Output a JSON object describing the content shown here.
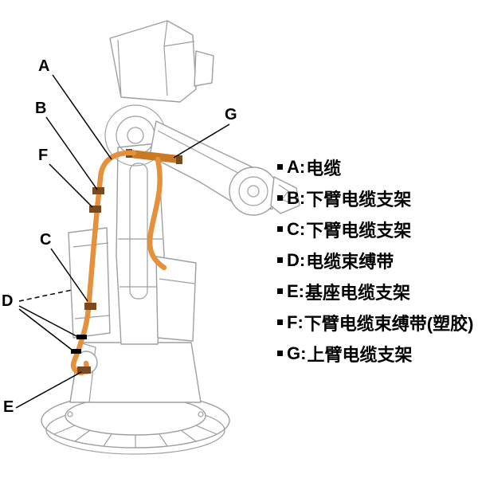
{
  "callouts": {
    "A": "A",
    "B": "B",
    "C": "C",
    "D": "D",
    "E": "E",
    "F": "F",
    "G": "G"
  },
  "legend": {
    "items": [
      {
        "label": "A:",
        "text": "电缆"
      },
      {
        "label": "B:",
        "text": "下臂电缆支架"
      },
      {
        "label": "C:",
        "text": "下臂电缆支架"
      },
      {
        "label": "D:",
        "text": "电缆束缚带"
      },
      {
        "label": "E:",
        "text": "基座电缆支架"
      },
      {
        "label": "F:",
        "text": "下臂电缆束缚带(塑胶)"
      },
      {
        "label": "G:",
        "text": "上臂电缆支架"
      }
    ]
  },
  "colors": {
    "cable": "#E5913B",
    "cable_dark": "#C97A24",
    "bracket": "#7A4A1F",
    "outline": "#9AA0A4",
    "ink": "#000000"
  }
}
